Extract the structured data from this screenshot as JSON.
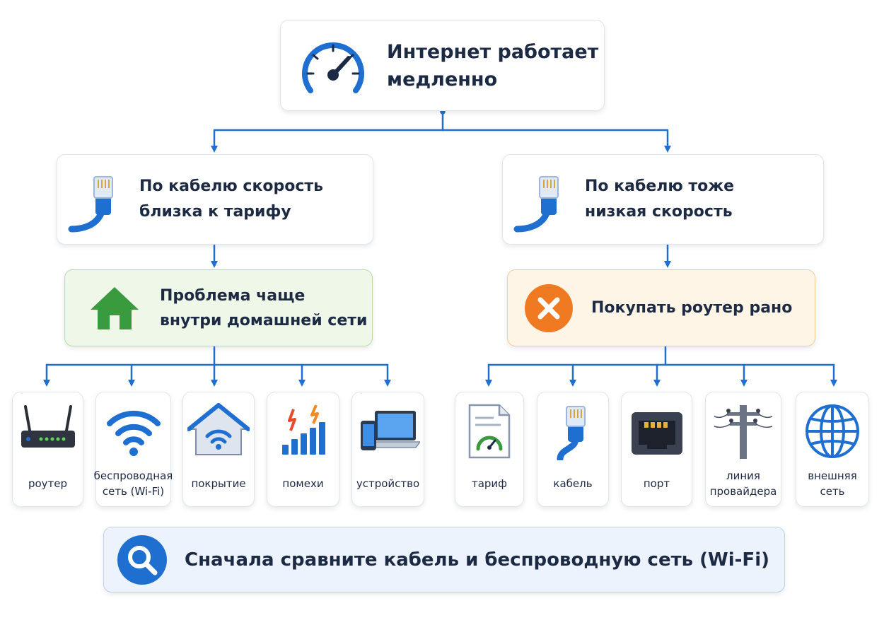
{
  "root": {
    "title": "Интернет работает медленно",
    "icon": "speedometer-icon"
  },
  "branches": [
    {
      "id": "cable-ok",
      "title": "По кабелю скорость близка к тарифу",
      "icon": "ethernet-cable-icon",
      "conclusion": {
        "title": "Проблема чаще внутри домашней сети",
        "icon": "house-icon",
        "accent": "#3a9a3e"
      },
      "checks": [
        {
          "label": "роутер",
          "icon": "router-icon"
        },
        {
          "label": "беспроводная сеть (Wi-Fi)",
          "icon": "wifi-icon"
        },
        {
          "label": "покрытие",
          "icon": "home-wifi-coverage-icon"
        },
        {
          "label": "помехи",
          "icon": "signal-interference-icon"
        },
        {
          "label": "устройство",
          "icon": "devices-icon"
        }
      ]
    },
    {
      "id": "cable-low",
      "title": "По кабелю тоже низкая скорость",
      "icon": "ethernet-cable-icon",
      "conclusion": {
        "title": "Покупать роутер рано",
        "icon": "cross-circle-icon",
        "accent": "#ef7a22"
      },
      "checks": [
        {
          "label": "тариф",
          "icon": "tariff-document-icon"
        },
        {
          "label": "кабель",
          "icon": "ethernet-cable-icon"
        },
        {
          "label": "порт",
          "icon": "ethernet-port-icon"
        },
        {
          "label": "линия провайдера",
          "icon": "power-line-pole-icon"
        },
        {
          "label": "внешняя сеть",
          "icon": "globe-icon"
        }
      ]
    }
  ],
  "tip": {
    "text": "Сначала сравните кабель и беспроводную сеть (Wi-Fi)",
    "icon": "search-icon"
  },
  "colors": {
    "connector": "#1f6fd1",
    "primary_icon": "#1f6fd1",
    "text": "#1d2a44"
  }
}
